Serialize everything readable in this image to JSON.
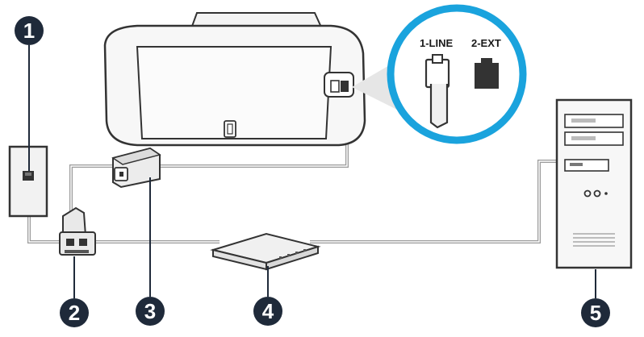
{
  "colors": {
    "callout": "#1f2a3a",
    "magnifier_ring": "#1aa3dd",
    "line": "#9a9a9a",
    "device_fill": "#f2f2f2",
    "device_stroke": "#333333"
  },
  "magnifier": {
    "ports": [
      {
        "label": "1-LINE"
      },
      {
        "label": "2-EXT"
      }
    ]
  },
  "callouts": [
    {
      "number": "1",
      "icon": "callout-badge"
    },
    {
      "number": "2",
      "icon": "callout-badge"
    },
    {
      "number": "3",
      "icon": "callout-badge"
    },
    {
      "number": "4",
      "icon": "callout-badge"
    },
    {
      "number": "5",
      "icon": "callout-badge"
    }
  ],
  "icons": [
    "telephone-wall-jack-icon",
    "dsl-filter-icon",
    "printer-icon",
    "phone-splitter-icon",
    "modem-icon",
    "computer-tower-icon"
  ]
}
